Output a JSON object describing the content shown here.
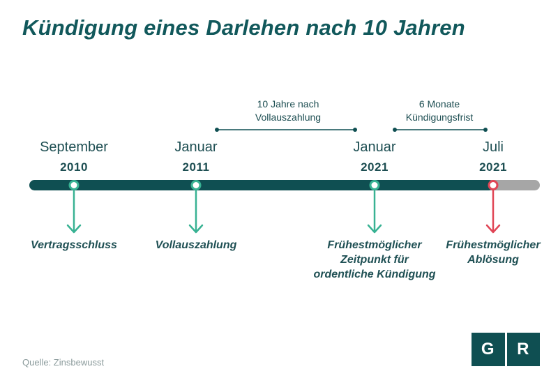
{
  "title": "Kündigung eines Darlehen nach 10 Jahren",
  "colors": {
    "primary": "#0f4f52",
    "teal_accent": "#38b293",
    "red_accent": "#e04555",
    "future_gray": "#a6a6a6"
  },
  "milestones": [
    {
      "month": "September",
      "year": "2010",
      "event": "Vertragsschluss",
      "color": "#38b293",
      "arrow_icon": "arrow-down-icon"
    },
    {
      "month": "Januar",
      "year": "2011",
      "event": "Vollauszahlung",
      "color": "#38b293",
      "arrow_icon": "arrow-down-icon"
    },
    {
      "month": "Januar",
      "year": "2021",
      "event_lines": [
        "Frühestmöglicher",
        "Zeitpunkt für",
        "ordentliche Kündigung"
      ],
      "color": "#38b293",
      "arrow_icon": "arrow-down-icon"
    },
    {
      "month": "Juli",
      "year": "2021",
      "event_lines": [
        "Frühestmöglicher",
        "Ablösung"
      ],
      "color": "#e04555",
      "arrow_icon": "arrow-down-icon"
    }
  ],
  "spans": [
    {
      "lines": [
        "10 Jahre nach",
        "Vollauszahlung"
      ]
    },
    {
      "lines": [
        "6 Monate",
        "Kündigungsfrist"
      ]
    }
  ],
  "source": "Quelle: Zinsbewusst",
  "logo": {
    "left": "G",
    "right": "R"
  }
}
